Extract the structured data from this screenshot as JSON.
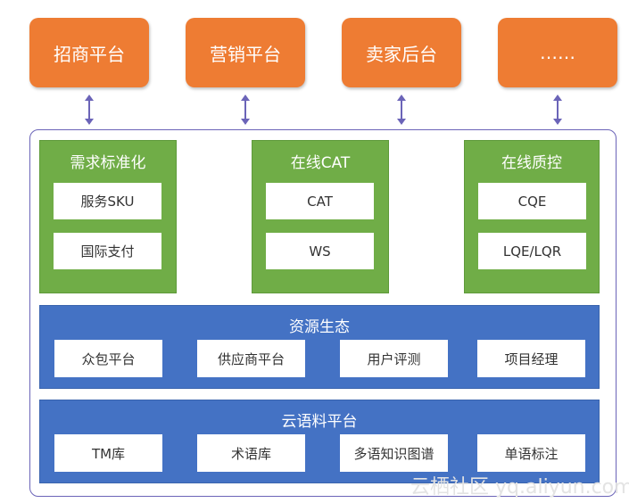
{
  "top_platforms": [
    {
      "label": "招商平台"
    },
    {
      "label": "营销平台"
    },
    {
      "label": "卖家后台"
    },
    {
      "label": "……"
    }
  ],
  "green_modules": [
    {
      "title": "需求标准化",
      "items": [
        "服务SKU",
        "国际支付"
      ]
    },
    {
      "title": "在线CAT",
      "items": [
        "CAT",
        "WS"
      ]
    },
    {
      "title": "在线质控",
      "items": [
        "CQE",
        "LQE/LQR"
      ]
    }
  ],
  "resource_layer": {
    "title": "资源生态",
    "items": [
      "众包平台",
      "供应商平台",
      "用户评测",
      "项目经理"
    ]
  },
  "corpus_layer": {
    "title": "云语料平台",
    "items": [
      "TM库",
      "术语库",
      "多语知识图谱",
      "单语标注"
    ]
  },
  "watermark": {
    "text": "云栖社区 yq.aliyun.com"
  },
  "colors": {
    "orange": "#ee7c33",
    "green": "#70ad47",
    "blue": "#4472c4",
    "arrow": "#6b64b8"
  }
}
